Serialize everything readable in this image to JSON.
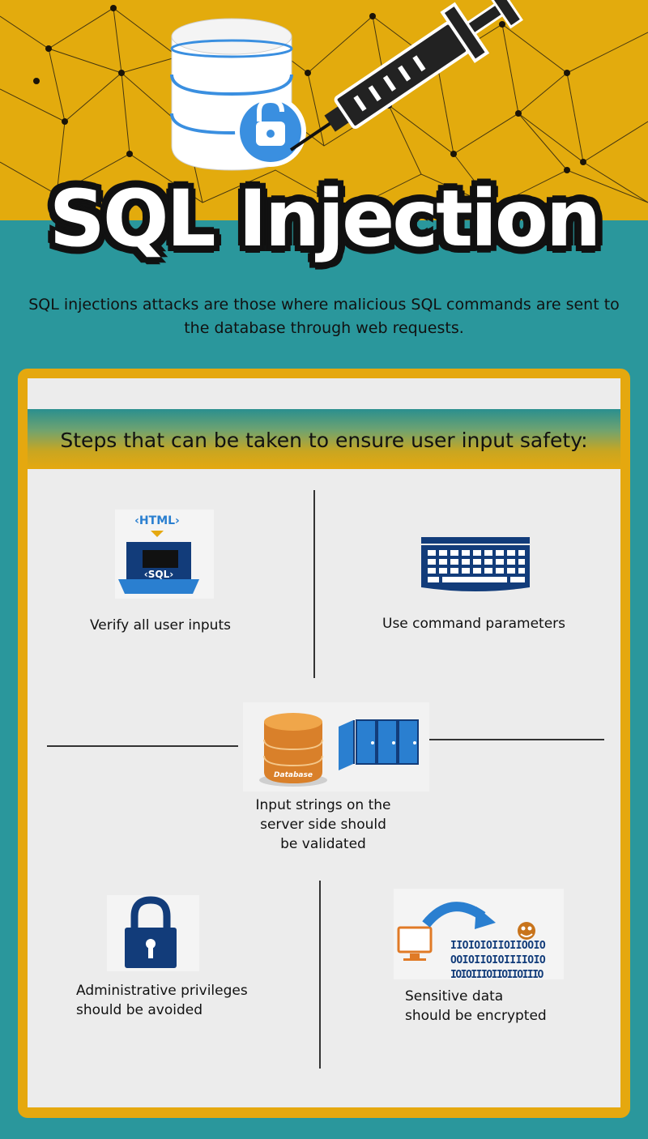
{
  "hero": {
    "title": "SQL Injection",
    "icons": [
      "database-icon",
      "unlock-icon",
      "syringe-icon"
    ]
  },
  "intro": {
    "line1": "SQL injections attacks are those where malicious SQL commands are sent to",
    "line2": "the database through web requests."
  },
  "steps": {
    "heading": "Steps that can be taken to ensure user input safety:",
    "items": [
      {
        "lines": [
          "Verify all user inputs"
        ],
        "icon": "html-sql-laptop-icon",
        "icon_text_top": "‹HTML›",
        "icon_text_bottom": "‹SQL›"
      },
      {
        "lines": [
          "Use command parameters"
        ],
        "icon": "keyboard-icon"
      },
      {
        "lines": [
          "Input strings on the",
          "server side should",
          "be validated"
        ],
        "icon": "database-server-icon",
        "icon_text": "Database"
      },
      {
        "lines": [
          "Administrative privileges",
          "should be avoided"
        ],
        "icon": "padlock-icon"
      },
      {
        "lines": [
          "Sensitive data",
          "should be encrypted"
        ],
        "icon": "encrypted-data-icon",
        "binary_rows": [
          "IIOIOIOIIOIIOOIO",
          "OOIOIIOIOIIIIOIO",
          "IOIOIIIOIIOIIOIIIO"
        ]
      }
    ]
  },
  "colors": {
    "hero_yellow": "#e3ab0d",
    "background_teal": "#2a979c",
    "panel_gold": "#e5a80f",
    "icon_navy": "#123c7a",
    "icon_blue": "#2a7fd0",
    "db_orange": "#d9802a"
  }
}
